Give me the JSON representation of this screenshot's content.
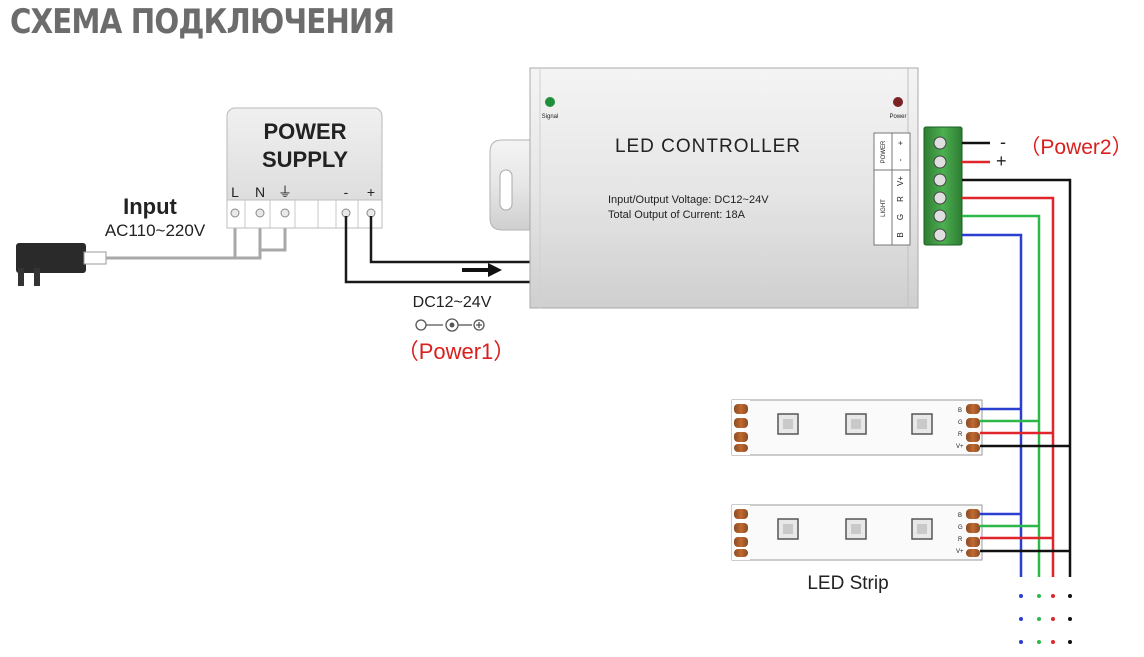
{
  "title": "СХЕМА ПОДКЛЮЧЕНИЯ",
  "power_supply": {
    "name_line1": "POWER",
    "name_line2": "SUPPLY",
    "terminals": [
      "L",
      "N",
      "⏚",
      "-",
      "+"
    ]
  },
  "input": {
    "label": "Input",
    "voltage": "AC110~220V"
  },
  "dc_output": {
    "voltage": "DC12~24V",
    "label": "（Power1）"
  },
  "controller": {
    "title": "LED CONTROLLER",
    "spec_line1": "Input/Output Voltage:  DC12~24V",
    "spec_line2": "Total Output of Current:  18A",
    "signal_label": "Signal",
    "power_label": "Power",
    "terminal_group_power": "POWER",
    "terminal_group_light": "LIGHT",
    "terminal_labels": [
      "+",
      "-",
      "V+",
      "R",
      "G",
      "B"
    ]
  },
  "power2": {
    "minus": "-",
    "plus": "+",
    "label": "（Power2）"
  },
  "strip": {
    "label": "LED Strip",
    "pin_labels": [
      "B",
      "G",
      "R",
      "V+"
    ]
  },
  "colors": {
    "blue_wire": "#2a3fd0",
    "green_wire": "#2db84a",
    "red_wire": "#e0262a",
    "black_wire": "#111111",
    "accent_red": "#d9201f"
  }
}
